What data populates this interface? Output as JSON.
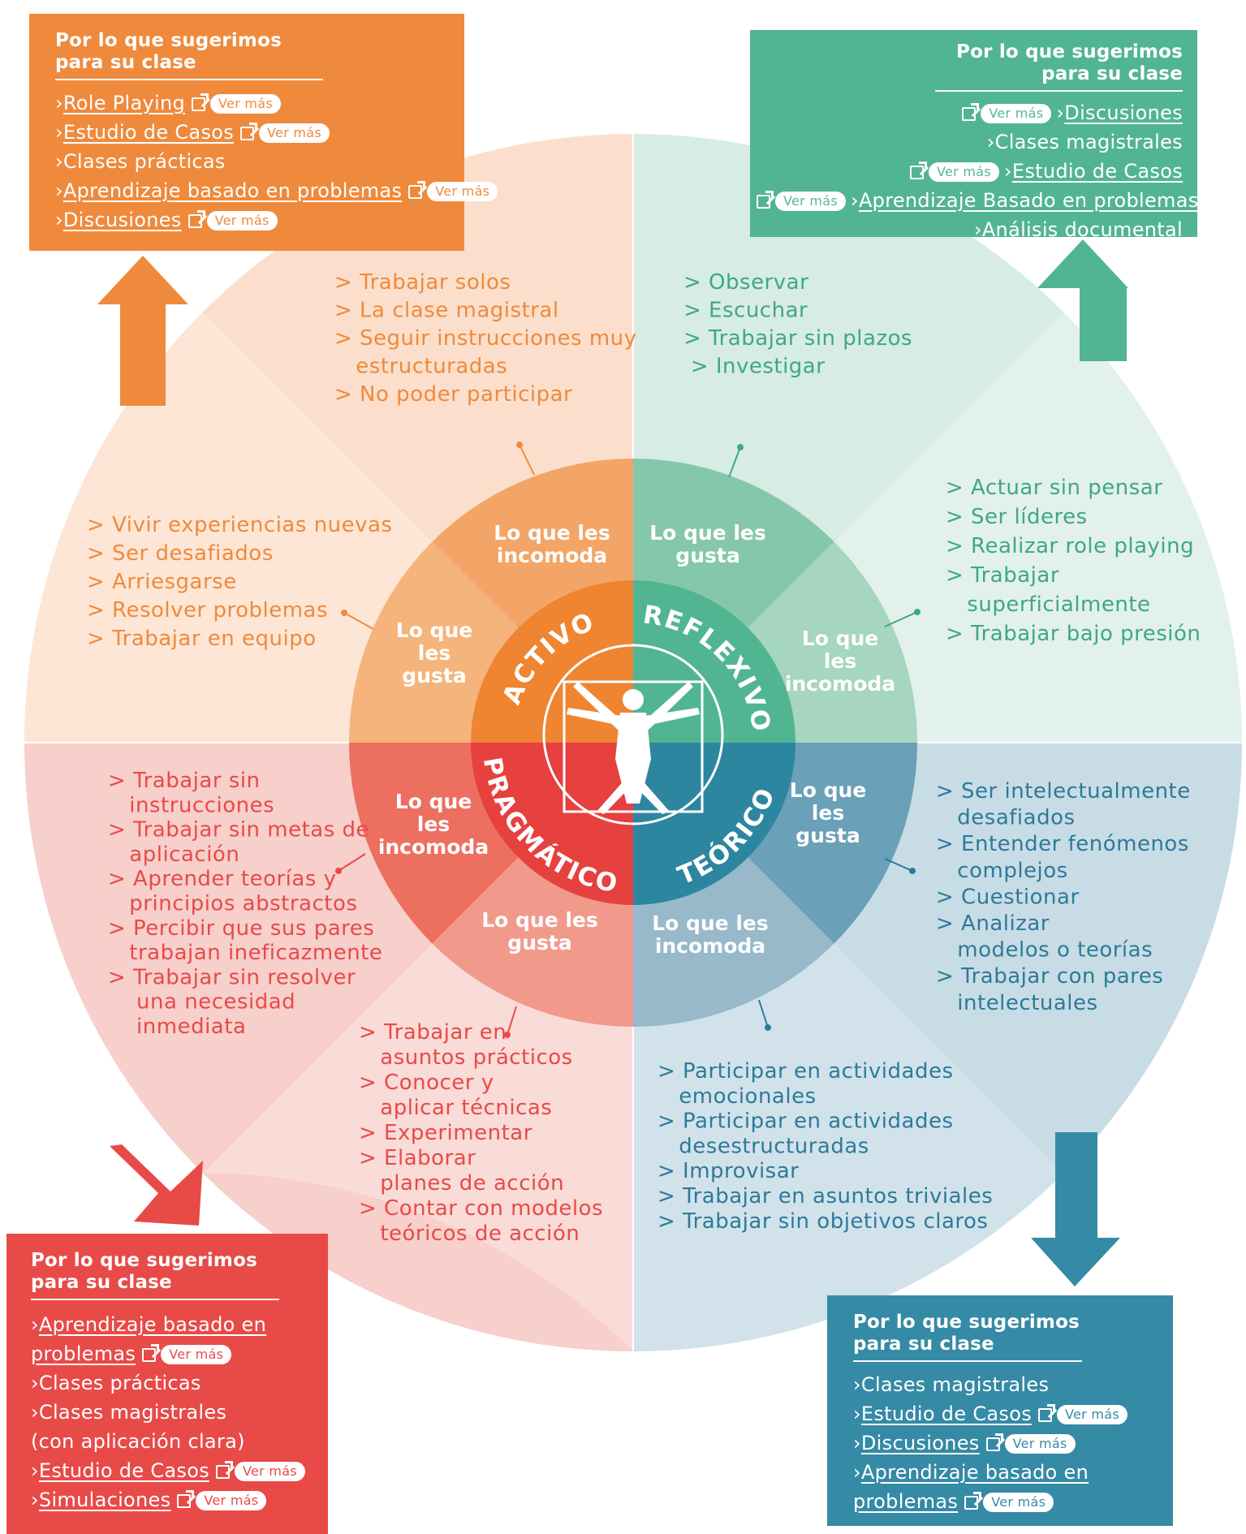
{
  "center": {
    "activo": "ACTIVO",
    "reflexivo": "REFLEXIVO",
    "pragmatico": "PRAGMÁTICO",
    "teorico": "TEÓRICO"
  },
  "ring": {
    "activo_incomoda": [
      "Lo que les",
      "incomoda"
    ],
    "activo_gusta": [
      "Lo que",
      "les",
      "gusta"
    ],
    "reflexivo_gusta": [
      "Lo que les",
      "gusta"
    ],
    "reflexivo_incomoda": [
      "Lo que",
      "les",
      "incomoda"
    ],
    "pragmatico_incomoda": [
      "Lo que",
      "les",
      "incomoda"
    ],
    "pragmatico_gusta": [
      "Lo que les",
      "gusta"
    ],
    "teorico_gusta": [
      "Lo que",
      "les",
      "gusta"
    ],
    "teorico_incomoda": [
      "Lo que les",
      "incomoda"
    ]
  },
  "lists": {
    "activo_incomoda": [
      "> Trabajar solos",
      "> La clase magistral",
      "> Seguir instrucciones muy",
      "   estructuradas",
      "> No poder participar"
    ],
    "activo_gusta": [
      "> Vivir experiencias nuevas",
      "> Ser desafiados",
      "> Arriesgarse",
      "> Resolver problemas",
      "> Trabajar en equipo"
    ],
    "reflexivo_gusta": [
      "> Observar",
      "> Escuchar",
      "> Trabajar sin plazos",
      " > Investigar"
    ],
    "reflexivo_incomoda": [
      "> Actuar sin pensar",
      "> Ser líderes",
      "> Realizar role playing",
      "> Trabajar",
      "   superficialmente",
      "> Trabajar bajo presión"
    ],
    "pragmatico_incomoda": [
      "> Trabajar sin",
      "   instrucciones",
      "> Trabajar sin metas de",
      "   aplicación",
      "> Aprender teorías y",
      "   principios abstractos",
      "> Percibir que sus pares",
      "   trabajan ineficazmente",
      "> Trabajar sin resolver",
      "    una necesidad",
      "    inmediata"
    ],
    "pragmatico_gusta": [
      "> Trabajar en",
      "   asuntos prácticos",
      "> Conocer y",
      "   aplicar técnicas",
      "> Experimentar",
      "> Elaborar",
      "   planes de acción",
      "> Contar con modelos",
      "   teóricos de acción"
    ],
    "teorico_gusta": [
      "> Ser intelectualmente",
      "   desafiados",
      "> Entender fenómenos",
      "   complejos",
      "> Cuestionar",
      "> Analizar",
      "   modelos o teorías",
      "> Trabajar con pares",
      "   intelectuales"
    ],
    "teorico_incomoda": [
      "> Participar en actividades",
      "   emocionales",
      "> Participar en actividades",
      "   desestructuradas",
      "> Improvisar",
      "> Trabajar en asuntos triviales",
      "> Trabajar sin objetivos claros"
    ]
  },
  "boxes": {
    "activo": {
      "title": [
        "Por lo que sugerimos",
        "para su clase"
      ],
      "items": [
        {
          "text": "Role Playing",
          "link": true,
          "vermas": "Ver más"
        },
        {
          "text": "Estudio de Casos",
          "link": true,
          "vermas": "Ver más"
        },
        {
          "text": "Clases prácticas",
          "link": false
        },
        {
          "text": "Aprendizaje basado en problemas",
          "link": true,
          "vermas": "Ver más"
        },
        {
          "text": "Discusiones",
          "link": true,
          "vermas": "Ver más"
        }
      ]
    },
    "reflexivo": {
      "title": [
        "Por lo que sugerimos para su clase"
      ],
      "items": [
        {
          "text": "Discusiones",
          "link": true,
          "vermas": "Ver más"
        },
        {
          "text": "Clases magistrales",
          "link": false
        },
        {
          "text": "Estudio de Casos",
          "link": true,
          "vermas": "Ver más"
        },
        {
          "text": "Aprendizaje Basado en problemas",
          "link": true,
          "vermas": "Ver más"
        },
        {
          "text": "Análisis documental",
          "link": false
        }
      ]
    },
    "pragmatico": {
      "title": [
        "Por lo que sugerimos",
        "para su clase"
      ],
      "items": [
        {
          "text": "Aprendizaje basado en",
          "link": true
        },
        {
          "text": "problemas",
          "link": true,
          "vermas": "Ver más",
          "noarrow": true
        },
        {
          "text": "Clases prácticas",
          "link": false
        },
        {
          "text": "Clases magistrales",
          "link": false
        },
        {
          "text": "(con aplicación clara)",
          "link": false,
          "noarrow": true
        },
        {
          "text": "Estudio de Casos",
          "link": true,
          "vermas": "Ver más"
        },
        {
          "text": "Simulaciones",
          "link": true,
          "vermas": "Ver más"
        }
      ]
    },
    "teorico": {
      "title": [
        "Por lo que sugerimos",
        "para su clase"
      ],
      "items": [
        {
          "text": "Clases magistrales",
          "link": false
        },
        {
          "text": "Estudio de Casos",
          "link": true,
          "vermas": "Ver más"
        },
        {
          "text": "Discusiones",
          "link": true,
          "vermas": "Ver más"
        },
        {
          "text": "Aprendizaje basado en",
          "link": true
        },
        {
          "text": "problemas",
          "link": true,
          "vermas": "Ver más",
          "noarrow": true
        }
      ]
    }
  },
  "colors": {
    "activo": "#ef8a3c",
    "reflexivo": "#55b896",
    "pragmatico": "#e84a48",
    "teorico": "#358aa5"
  }
}
